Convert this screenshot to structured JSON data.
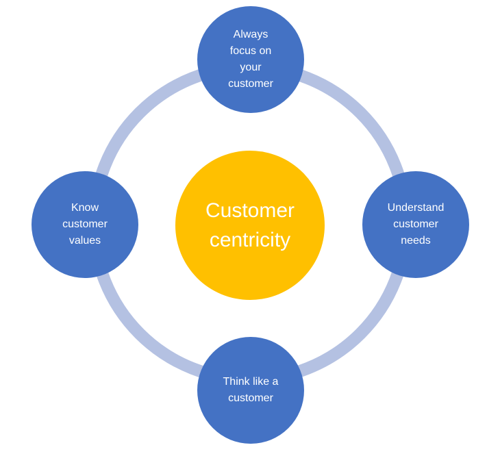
{
  "colors": {
    "ring": "#b4c1e2",
    "outer_node": "#4472c4",
    "center_node": "#ffc000",
    "text": "#ffffff"
  },
  "center": {
    "label": "Customer\ncentricity"
  },
  "nodes": {
    "top": {
      "label": "Always\nfocus on\nyour\ncustomer"
    },
    "right": {
      "label": "Understand\ncustomer\nneeds"
    },
    "bottom": {
      "label": "Think like a\ncustomer"
    },
    "left": {
      "label": "Know\ncustomer\nvalues"
    }
  }
}
